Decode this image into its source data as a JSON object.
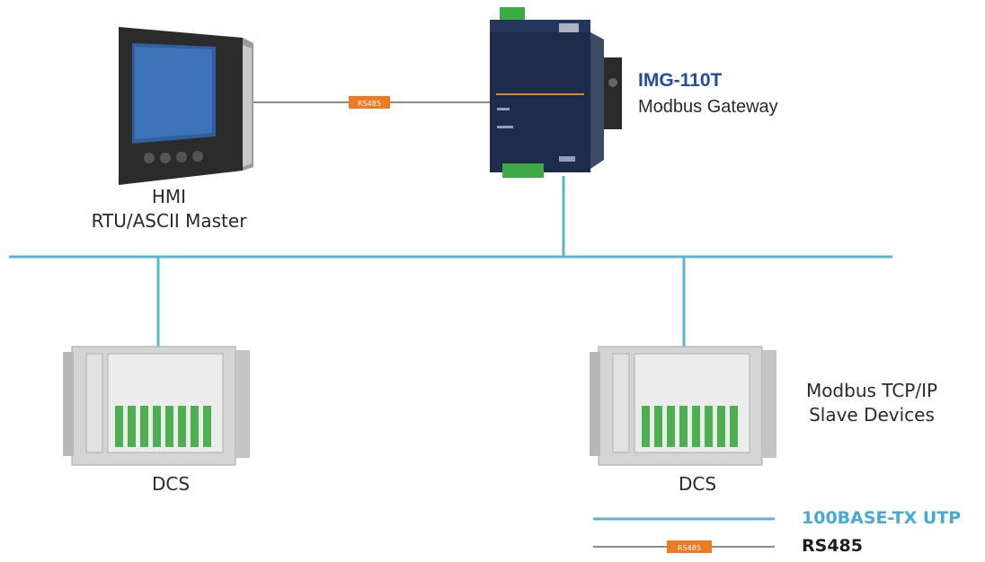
{
  "colors": {
    "ethernet_line": "#5ab4d6",
    "rs485_line": "#8a8a8a",
    "rs485_tag": "#f07a22",
    "gateway_title": "#1f4f9e",
    "legend_ethernet_text": "#49a9d2",
    "device_green": "#4caf50"
  },
  "hmi": {
    "label_line1": "HMI",
    "label_line2": "RTU/ASCII Master"
  },
  "link": {
    "tag": "RS485"
  },
  "gateway": {
    "model": "IMG-110T",
    "description": "Modbus Gateway"
  },
  "slaves": {
    "label_line1": "Modbus TCP/IP",
    "label_line2": "Slave Devices",
    "devices": [
      {
        "label": "DCS"
      },
      {
        "label": "DCS"
      }
    ]
  },
  "legend": {
    "ethernet_label": "100BASE-TX UTP",
    "rs485_label": "RS485",
    "rs485_tag": "RS485"
  }
}
